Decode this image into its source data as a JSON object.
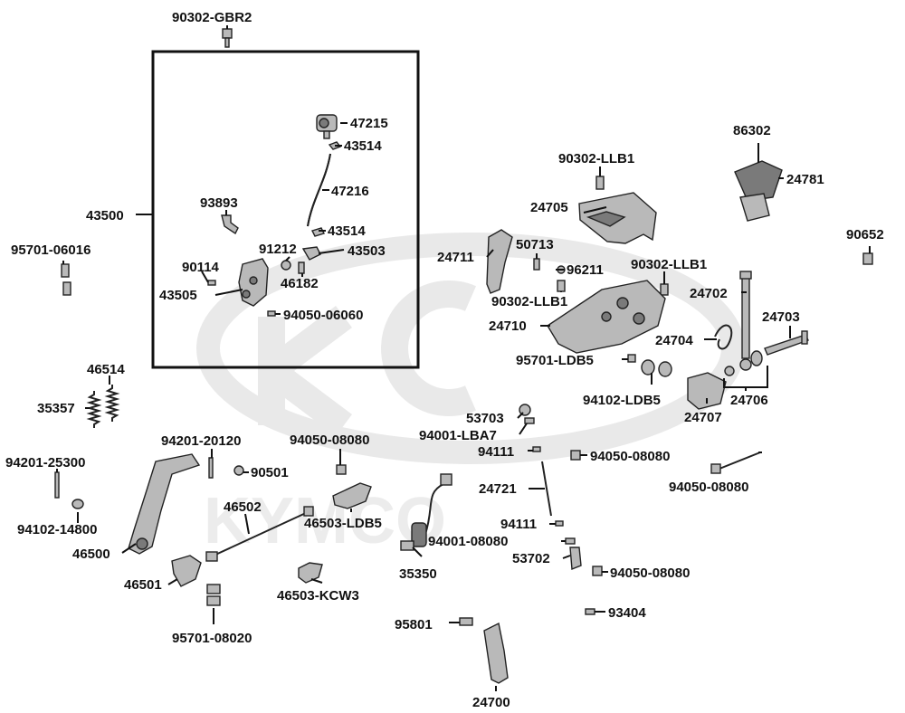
{
  "labels": {
    "l90302GBR2": "90302-GBR2",
    "l47215": "47215",
    "l43514a": "43514",
    "l47216": "47216",
    "l93893": "93893",
    "l43500": "43500",
    "l43514b": "43514",
    "l91212": "91212",
    "l43503": "43503",
    "l90114": "90114",
    "l46182": "46182",
    "l43505": "43505",
    "l9405006060": "94050-06060",
    "l9570106016": "95701-06016",
    "l46514": "46514",
    "l35357": "35357",
    "l9420125300": "94201-25300",
    "l9410214800": "94102-14800",
    "l46500": "46500",
    "l46501": "46501",
    "l9570108020": "95701-08020",
    "l9420120120": "94201-20120",
    "l90501": "90501",
    "l46502": "46502",
    "l9405008080a": "94050-08080",
    "l46503LDB5": "46503-LDB5",
    "l46503KCW3": "46503-KCW3",
    "l35350": "35350",
    "l95801": "95801",
    "l24700": "24700",
    "l53703": "53703",
    "l94001LBA7": "94001-LBA7",
    "l94111a": "94111",
    "l24721": "24721",
    "l94111b": "94111",
    "l9400108080": "94001-08080",
    "l53702": "53702",
    "l9405008080b": "94050-08080",
    "l9405008080c": "94050-08080",
    "l93404": "93404",
    "l9405008080d": "94050-08080",
    "l90302LLB1a": "90302-LLB1",
    "l24705": "24705",
    "l24711": "24711",
    "l50713": "50713",
    "l96211": "96211",
    "l90302LLB1b": "90302-LLB1",
    "l90302LLB1c": "90302-LLB1",
    "l24710": "24710",
    "l95701LDB5": "95701-LDB5",
    "l94102LDB5": "94102-LDB5",
    "l24707": "24707",
    "l24706": "24706",
    "l24704": "24704",
    "l24702": "24702",
    "l24703": "24703",
    "l86302": "86302",
    "l24781": "24781",
    "l90652": "90652"
  },
  "watermark": "KYMCO"
}
